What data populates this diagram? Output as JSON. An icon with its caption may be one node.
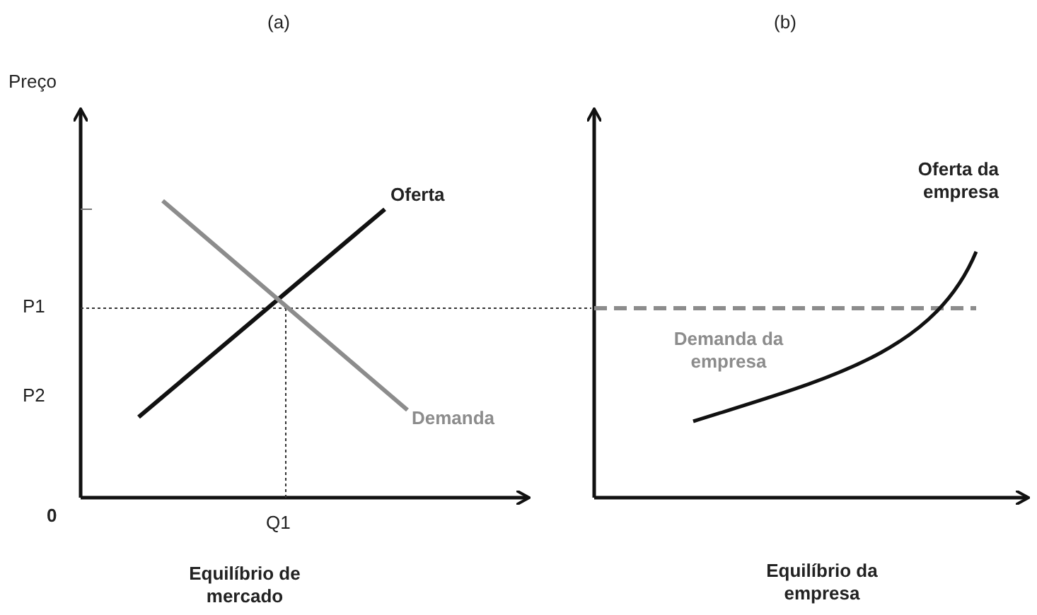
{
  "diagram": {
    "labels": [
      "(a)",
      "(b)",
      "Preço",
      "Oferta",
      "Oferta da empresa",
      "P1",
      "Demanda da empresa",
      "P2",
      "Demanda",
      "0",
      "Q1",
      "Equilíbrio de mercado",
      "Equilíbrio da empresa"
    ]
  }
}
